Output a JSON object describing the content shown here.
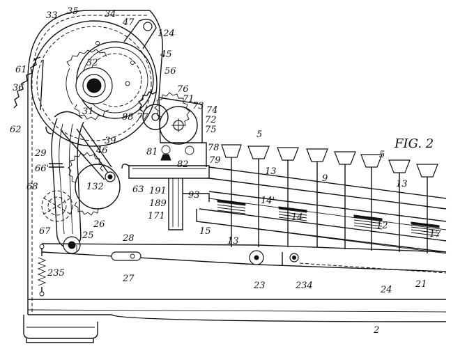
{
  "figure": {
    "title": "FIG. 2"
  },
  "reference_numerals": [
    "33",
    "35",
    "34",
    "47",
    "124",
    "32",
    "45",
    "56",
    "61",
    "36",
    "31",
    "88",
    "77",
    "39",
    "46",
    "76",
    "71",
    "73",
    "74",
    "72",
    "75",
    "62",
    "29",
    "66'",
    "68",
    "132",
    "81",
    "82",
    "78",
    "79",
    "63",
    "191",
    "189",
    "171",
    "93",
    "67",
    "26",
    "25",
    "5",
    "5",
    "13",
    "9",
    "13",
    "14'",
    "14",
    "12",
    "17",
    "15",
    "13",
    "28",
    "27",
    "235",
    "23",
    "234",
    "24",
    "21",
    "2"
  ]
}
